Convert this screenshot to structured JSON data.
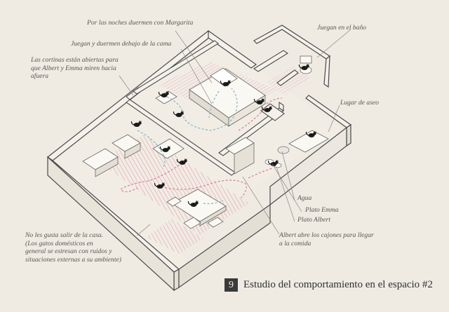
{
  "title": {
    "number": "9",
    "text": "Estudio del comportamiento en el espacio #2"
  },
  "annotations": {
    "nights_margarita": "Por las noches duermen con Margarita",
    "under_bed": "Juegan y duermen debajo de la cama",
    "curtains": "Las cortinas están abiertas para\nque Albert y Emma miren hacia\nafuera",
    "bathroom_play": "Juegan en el baño",
    "grooming": "Lugar de aseo",
    "water": "Agua",
    "bowl_emma": "Plato Emma",
    "bowl_albert": "Plato Albert",
    "drawers": "Albert abre los cajones para llegar\na la comida",
    "no_going_out": "No les gusta salir de la casa.\n(Los gatos domésticos en\ngeneral se estresan con ruidos y\nsituaciones externas a su ambiente)"
  },
  "colors": {
    "background": "#efebe3",
    "wall": "#4a4a4a",
    "wall_top": "#f4f1ea",
    "hatch": "#e6a8b4",
    "path": "#7fb4c4",
    "path_pink": "#d77f96",
    "leader": "#8a8680",
    "cat": "#1a1a1a"
  },
  "icons": [
    "cat-icon",
    "sofa-icon",
    "bed-icon",
    "table-icon",
    "toilet-icon",
    "bowl-icon"
  ]
}
